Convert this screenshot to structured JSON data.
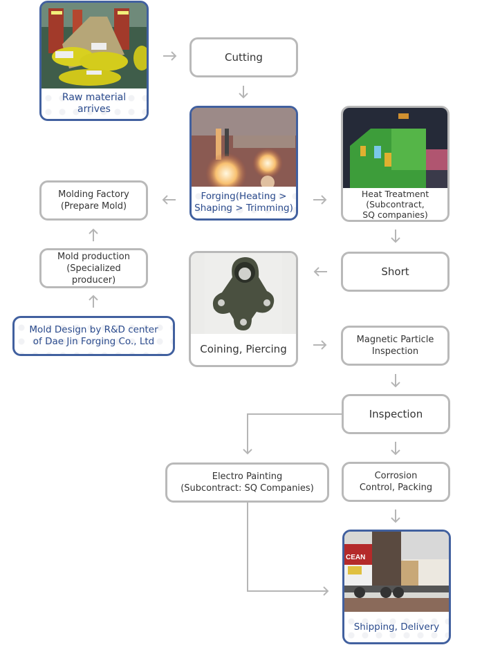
{
  "diagram": {
    "type": "process-flow",
    "colors": {
      "accent_border": "#41609f",
      "accent_text": "#2a4a8c",
      "neutral_border": "#b9b9b9",
      "arrow": "#b5b5b5"
    },
    "nodes": {
      "raw_material": {
        "label": "Raw material arrives",
        "image": "steel bars in warehouse"
      },
      "cutting": {
        "label": "Cutting"
      },
      "forging": {
        "label": "Forging(Heating >\nShaping > Trimming)",
        "image": "hot forging press"
      },
      "heat_treatment": {
        "label": "Heat Treatment\n(Subcontract,\nSQ companies)",
        "image": "green heat treatment furnace"
      },
      "molding_factory": {
        "label": "Molding Factory\n(Prepare Mold)"
      },
      "mold_production": {
        "label": "Mold production\n(Specialized producer)"
      },
      "mold_design": {
        "label": "Mold Design by R&D center\nof Dae Jin Forging Co., Ltd"
      },
      "short": {
        "label": "Short"
      },
      "coining": {
        "label": "Coining, Piercing",
        "image": "forged metal part"
      },
      "magnetic": {
        "label": "Magnetic Particle\nInspection"
      },
      "inspection": {
        "label": "Inspection"
      },
      "electro_painting": {
        "label": "Electro Painting\n(Subcontract: SQ Companies)"
      },
      "corrosion": {
        "label": "Corrosion\nControl, Packing"
      },
      "shipping": {
        "label": "Shipping, Delivery",
        "image": "container truck"
      }
    },
    "edges": [
      [
        "raw_material",
        "cutting"
      ],
      [
        "cutting",
        "forging"
      ],
      [
        "forging",
        "heat_treatment"
      ],
      [
        "forging",
        "molding_factory"
      ],
      [
        "mold_production",
        "molding_factory"
      ],
      [
        "mold_design",
        "mold_production"
      ],
      [
        "heat_treatment",
        "short"
      ],
      [
        "short",
        "coining"
      ],
      [
        "coining",
        "magnetic"
      ],
      [
        "magnetic",
        "inspection"
      ],
      [
        "inspection",
        "electro_painting"
      ],
      [
        "inspection",
        "corrosion"
      ],
      [
        "corrosion",
        "shipping"
      ],
      [
        "electro_painting",
        "shipping"
      ]
    ]
  }
}
